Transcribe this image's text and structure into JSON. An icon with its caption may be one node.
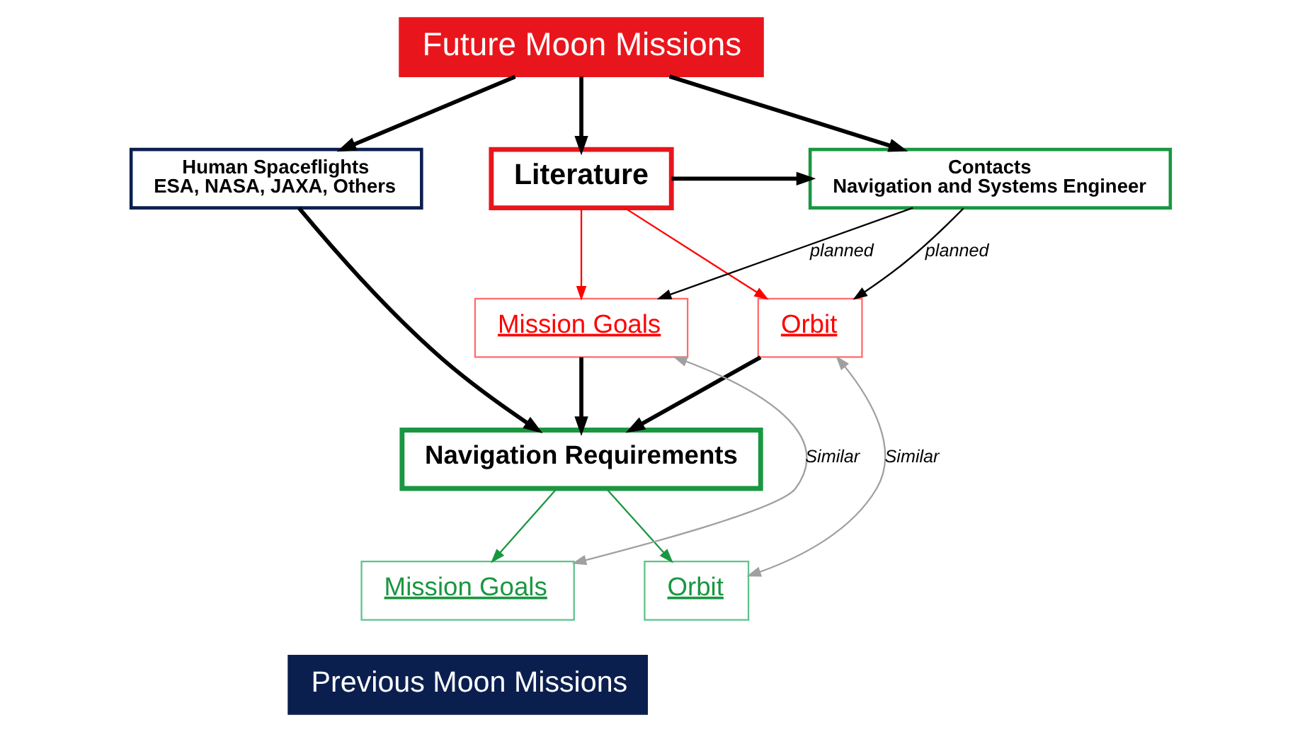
{
  "diagram": {
    "nodes": [
      {
        "text": [
          "Future Moon Missions"
        ]
      },
      {
        "text": [
          "Human Spaceflights",
          "ESA, NASA, JAXA, Others"
        ]
      },
      {
        "text": [
          "Literature"
        ]
      },
      {
        "text": [
          "Contacts",
          "Navigation and Systems Engineer"
        ]
      },
      {
        "text": [
          "Mission Goals"
        ]
      },
      {
        "text": [
          "Orbit"
        ]
      },
      {
        "text": [
          "Navigation Requirements"
        ]
      },
      {
        "text": [
          "Mission Goals"
        ]
      },
      {
        "text": [
          "Orbit"
        ]
      },
      {
        "text": [
          "Previous Moon Missions"
        ]
      }
    ],
    "edges": [
      {
        "from": 0,
        "to": 1,
        "arrow": "to",
        "style": "thick"
      },
      {
        "from": 0,
        "to": 2,
        "arrow": "to",
        "style": "thick"
      },
      {
        "from": 0,
        "to": 3,
        "arrow": "to",
        "style": "thick"
      },
      {
        "from": 2,
        "to": 3,
        "arrow": "to",
        "style": "thick"
      },
      {
        "from": 2,
        "to": 4,
        "arrow": "to",
        "color": "#ff0000"
      },
      {
        "from": 2,
        "to": 5,
        "arrow": "to",
        "color": "#ff0000"
      },
      {
        "from": 3,
        "to": 4,
        "arrow": "to",
        "label": "planned"
      },
      {
        "from": 3,
        "to": 5,
        "arrow": "to",
        "label": "planned"
      },
      {
        "from": 1,
        "to": 6,
        "arrow": "to",
        "style": "thick"
      },
      {
        "from": 4,
        "to": 6,
        "arrow": "to",
        "style": "thick"
      },
      {
        "from": 5,
        "to": 6,
        "arrow": "to",
        "style": "thick"
      },
      {
        "from": 6,
        "to": 7,
        "arrow": "to",
        "color": "#1a9641"
      },
      {
        "from": 6,
        "to": 8,
        "arrow": "to",
        "color": "#1a9641"
      },
      {
        "from": 7,
        "to": 4,
        "arrow": "both",
        "label": "Similar",
        "color": "#a0a0a0"
      },
      {
        "from": 8,
        "to": 5,
        "arrow": "both",
        "label": "Similar",
        "color": "#a0a0a0"
      }
    ]
  }
}
